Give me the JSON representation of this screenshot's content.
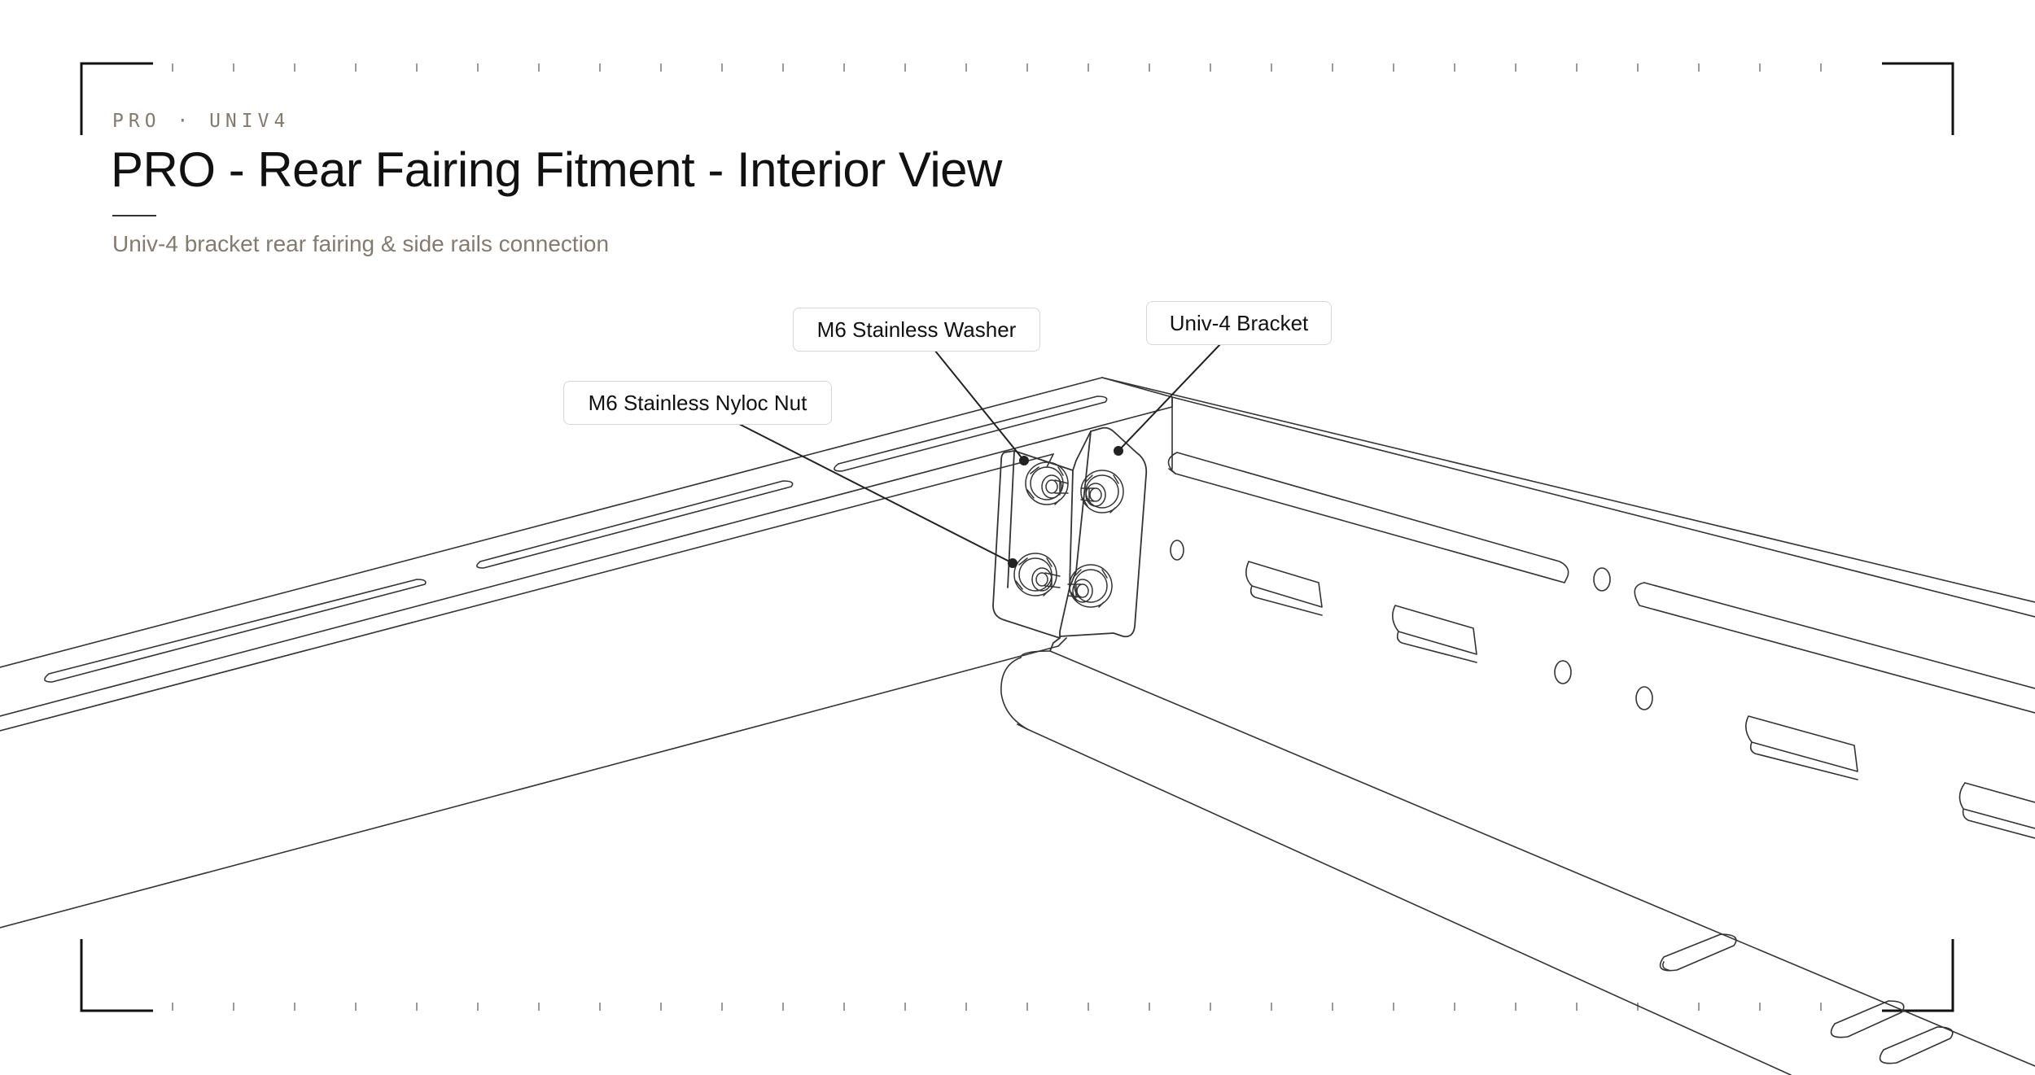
{
  "header": {
    "eyebrow": "PRO · UNIV4",
    "title": "PRO - Rear Fairing Fitment - Interior View",
    "subtitle": "Univ-4 bracket rear fairing & side rails connection"
  },
  "callouts": {
    "washer": "M6 Stainless Washer",
    "bracket": "Univ-4 Bracket",
    "nut": "M6 Stainless Nyloc Nut"
  },
  "colors": {
    "line": "#333333",
    "muted_text": "#857a6e",
    "frame": "#111111",
    "callout_border": "#d6d6d6"
  }
}
